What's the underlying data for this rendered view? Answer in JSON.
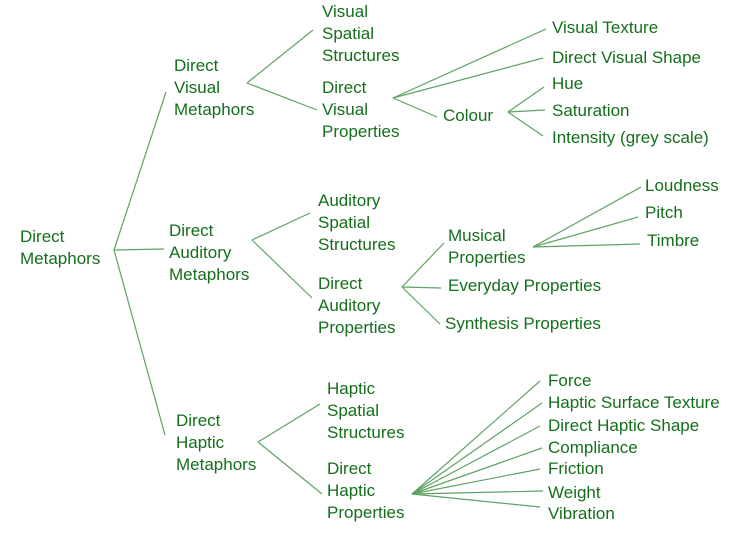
{
  "colors": {
    "text": "#136f1b",
    "line": "#5fa263"
  },
  "nodes": {
    "root": "Direct\nMetaphors",
    "visual": "Direct\nVisual\nMetaphors",
    "visual_spatial": "Visual\nSpatial\nStructures",
    "visual_props": "Direct\nVisual\nProperties",
    "visual_texture": "Visual Texture",
    "visual_shape": "Direct Visual Shape",
    "colour": "Colour",
    "hue": "Hue",
    "saturation": "Saturation",
    "intensity": "Intensity (grey scale)",
    "auditory": "Direct\nAuditory\nMetaphors",
    "auditory_spatial": "Auditory\nSpatial\nStructures",
    "auditory_props": "Direct\nAuditory\nProperties",
    "musical": "Musical\nProperties",
    "loudness": "Loudness",
    "pitch": "Pitch",
    "timbre": "Timbre",
    "everyday": "Everyday Properties",
    "synthesis": "Synthesis Properties",
    "haptic": "Direct\nHaptic\nMetaphors",
    "haptic_spatial": "Haptic\nSpatial\nStructures",
    "haptic_props": "Direct\nHaptic\nProperties",
    "force": "Force",
    "haptic_surface_texture": "Haptic Surface Texture",
    "haptic_shape": "Direct Haptic Shape",
    "compliance": "Compliance",
    "friction": "Friction",
    "weight": "Weight",
    "vibration": "Vibration"
  },
  "edges": [
    [
      "root",
      "visual"
    ],
    [
      "root",
      "auditory"
    ],
    [
      "root",
      "haptic"
    ],
    [
      "visual",
      "visual_spatial"
    ],
    [
      "visual",
      "visual_props"
    ],
    [
      "visual_props",
      "visual_texture"
    ],
    [
      "visual_props",
      "visual_shape"
    ],
    [
      "visual_props",
      "colour"
    ],
    [
      "colour",
      "hue"
    ],
    [
      "colour",
      "saturation"
    ],
    [
      "colour",
      "intensity"
    ],
    [
      "auditory",
      "auditory_spatial"
    ],
    [
      "auditory",
      "auditory_props"
    ],
    [
      "auditory_props",
      "musical"
    ],
    [
      "auditory_props",
      "everyday"
    ],
    [
      "auditory_props",
      "synthesis"
    ],
    [
      "musical",
      "loudness"
    ],
    [
      "musical",
      "pitch"
    ],
    [
      "musical",
      "timbre"
    ],
    [
      "haptic",
      "haptic_spatial"
    ],
    [
      "haptic",
      "haptic_props"
    ],
    [
      "haptic_props",
      "force"
    ],
    [
      "haptic_props",
      "haptic_surface_texture"
    ],
    [
      "haptic_props",
      "haptic_shape"
    ],
    [
      "haptic_props",
      "compliance"
    ],
    [
      "haptic_props",
      "friction"
    ],
    [
      "haptic_props",
      "weight"
    ],
    [
      "haptic_props",
      "vibration"
    ]
  ]
}
